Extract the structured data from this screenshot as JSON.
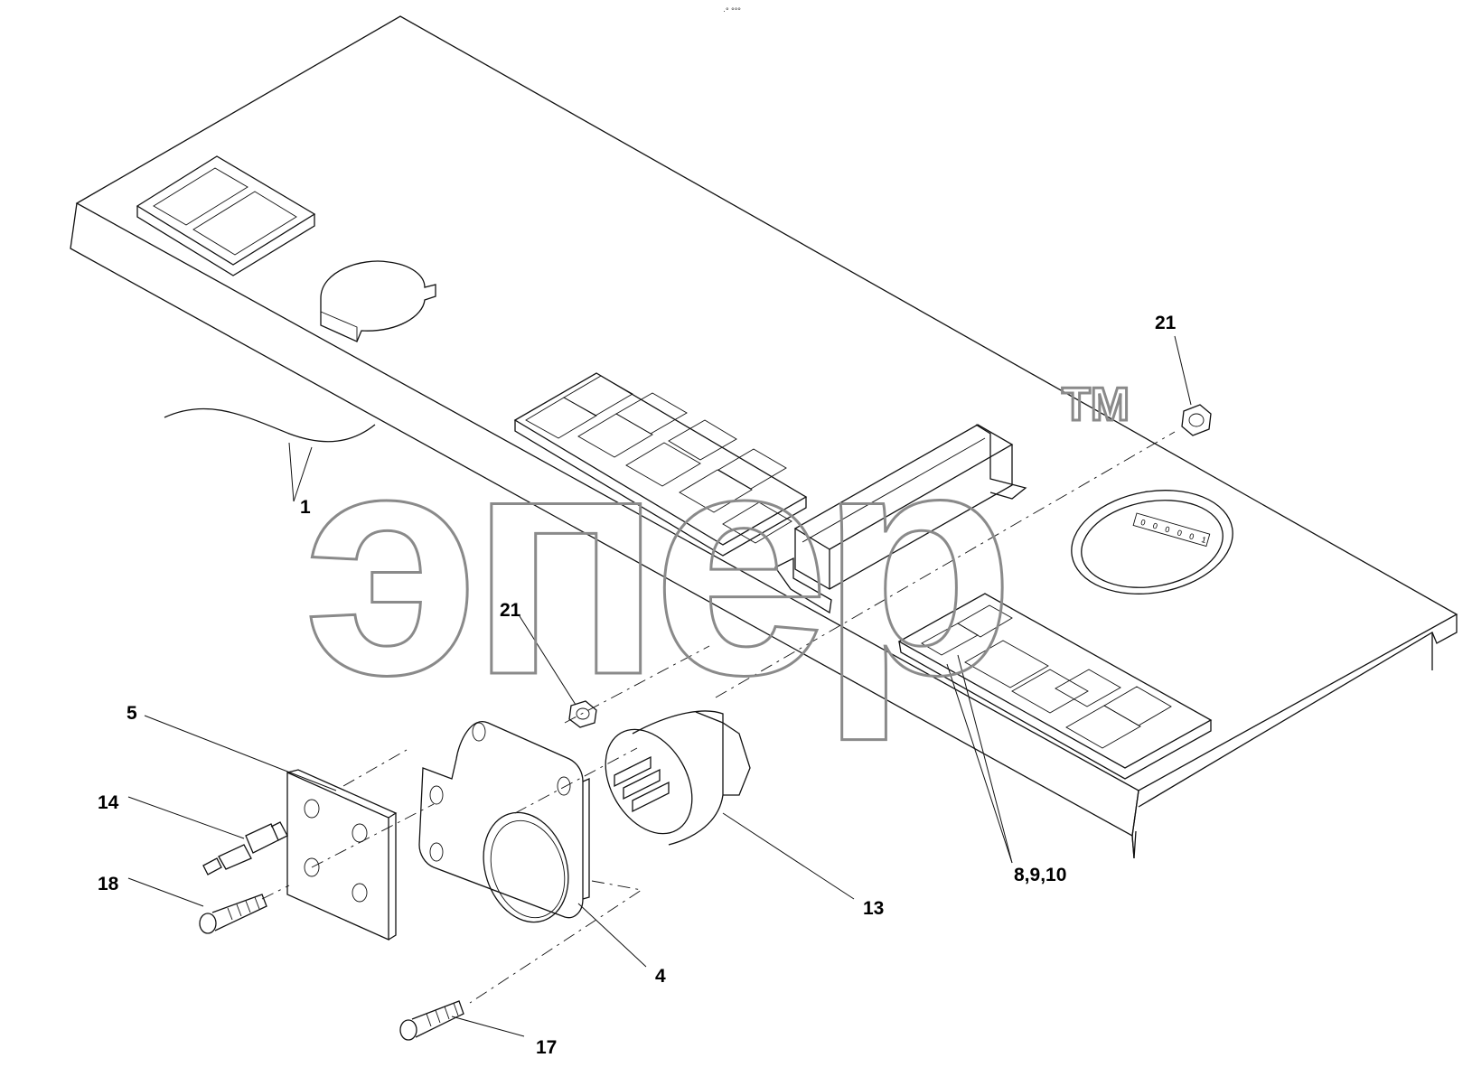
{
  "watermark": {
    "text": "эпер",
    "trademark": "TM"
  },
  "header_mark": "·° °°°",
  "hour_meter_digits": [
    "0",
    "0",
    "0",
    "0",
    "0",
    "1"
  ],
  "callouts": [
    {
      "id": "c1",
      "text": "1"
    },
    {
      "id": "c4",
      "text": "4"
    },
    {
      "id": "c5",
      "text": "5"
    },
    {
      "id": "c8",
      "text": "8,9,10"
    },
    {
      "id": "c13",
      "text": "13"
    },
    {
      "id": "c14",
      "text": "14"
    },
    {
      "id": "c17",
      "text": "17"
    },
    {
      "id": "c18",
      "text": "18"
    },
    {
      "id": "c21a",
      "text": "21"
    },
    {
      "id": "c21b",
      "text": "21"
    }
  ]
}
